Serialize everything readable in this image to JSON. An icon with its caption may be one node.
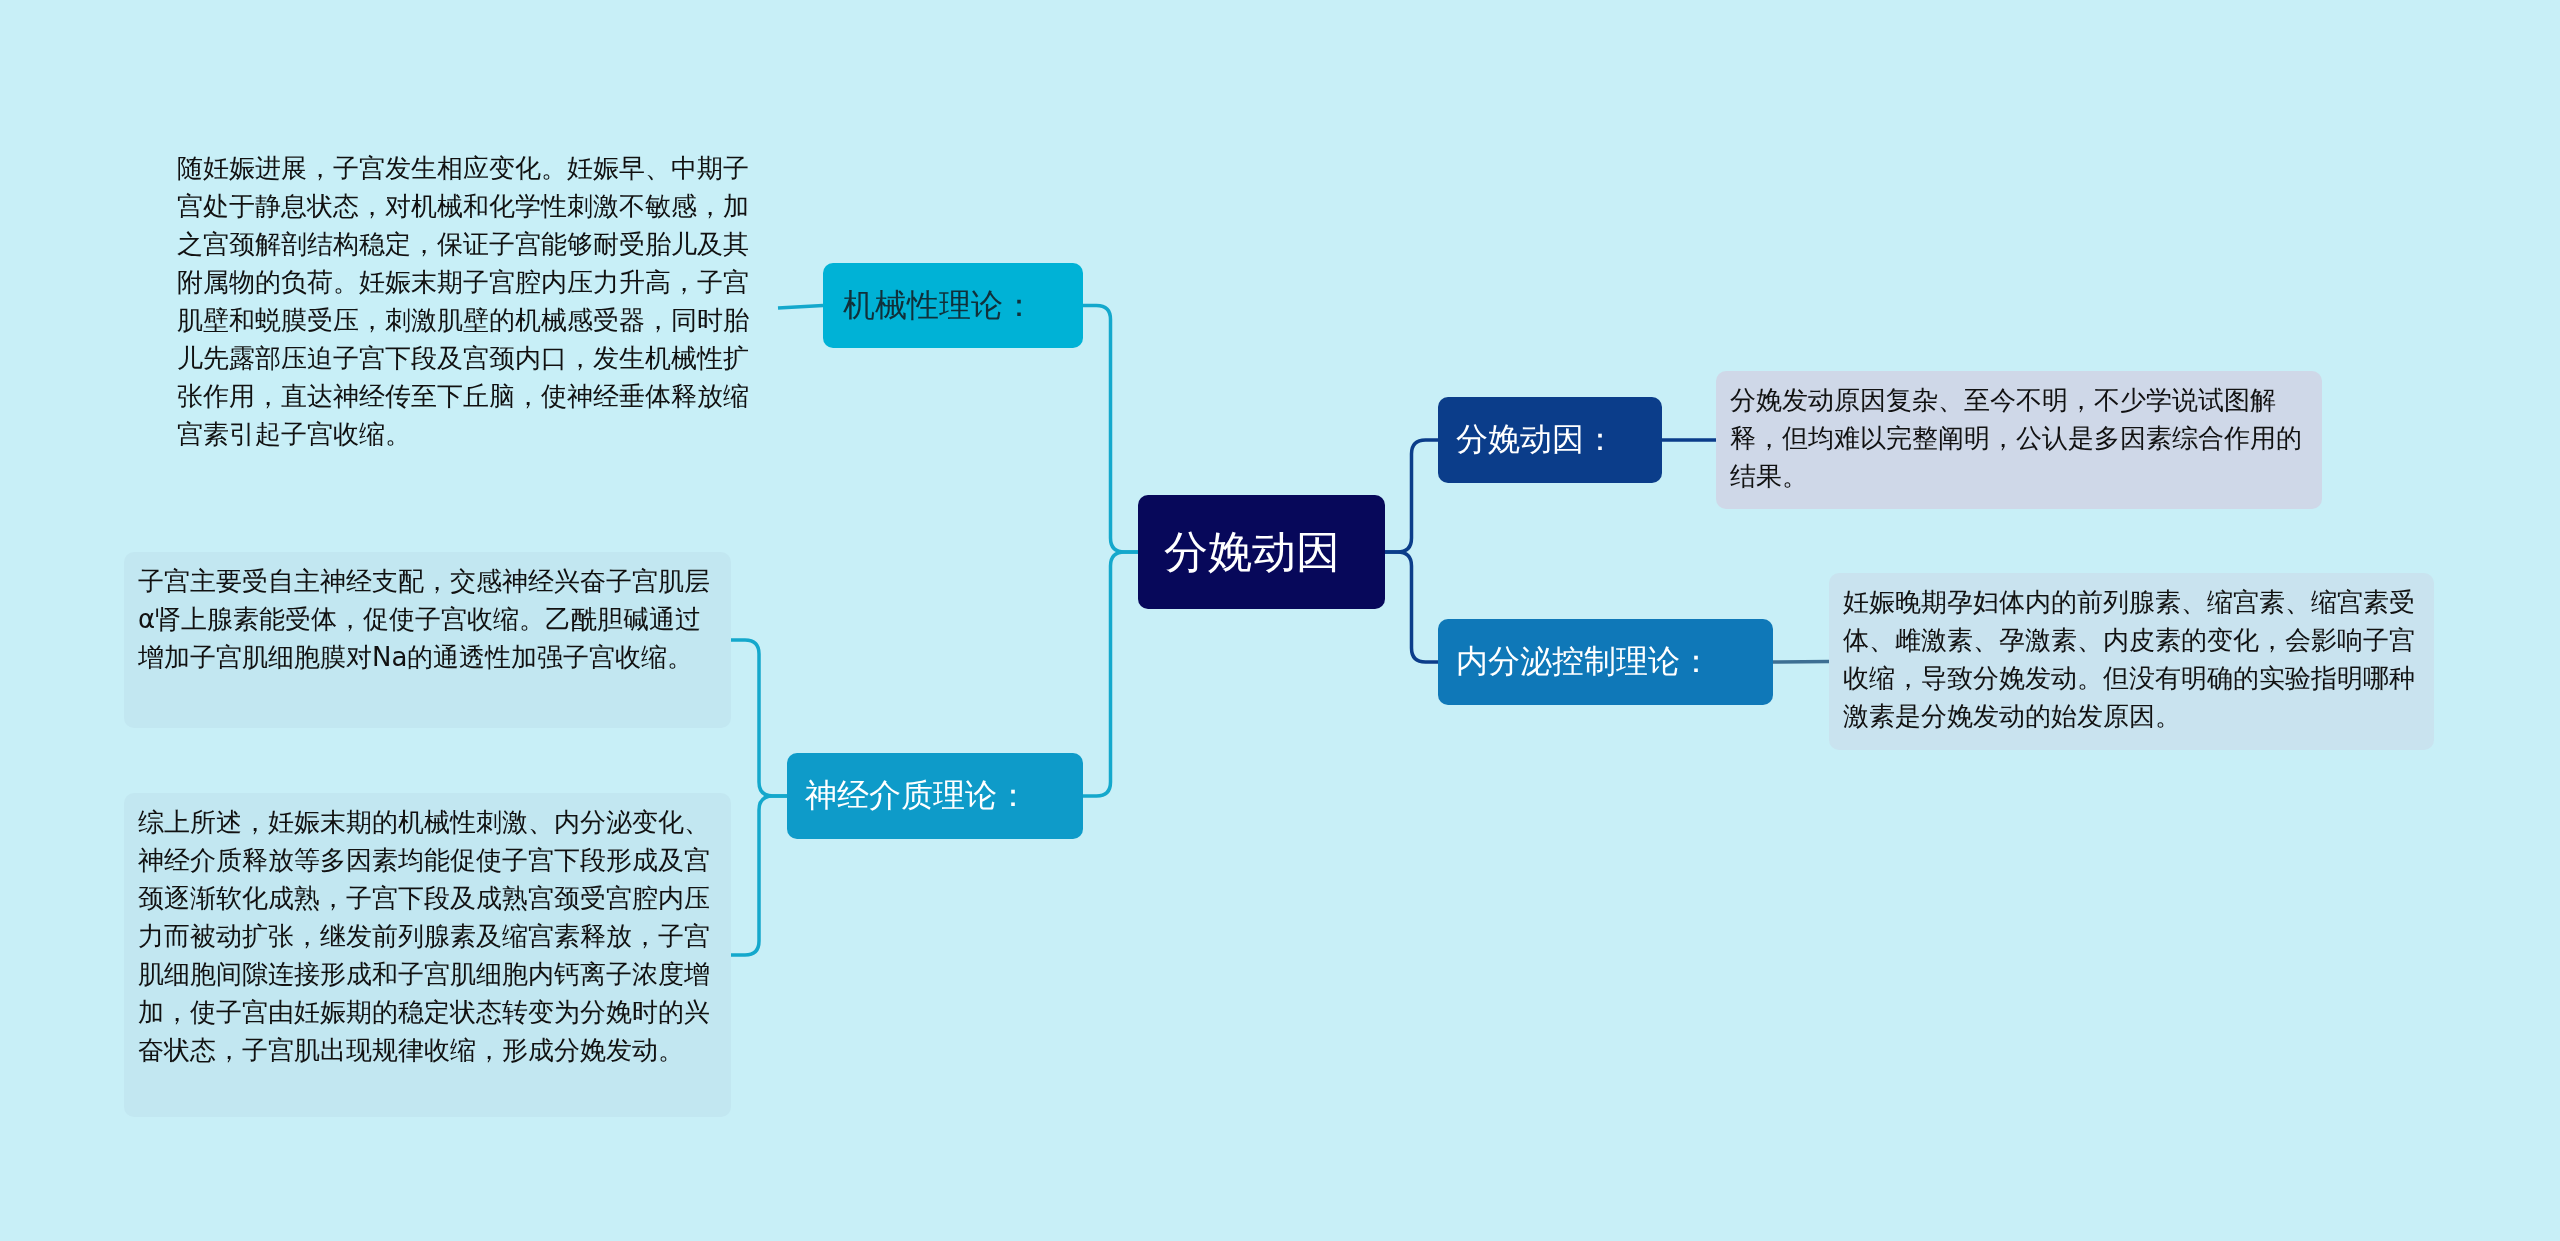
{
  "diagram": {
    "nodes": [
      {
        "text": [
          "分娩动因"
        ]
      },
      {
        "text": [
          "机械性理论："
        ]
      },
      {
        "text": [
          "随妊娠进展，子宫发生相应变化。妊娠早、中期子宫处于静息状态，对机械和化学性刺激不敏感，加之宫颈解剖结构稳定，保证子宫能够耐受胎儿及其附属物的负荷。妊娠末期子宫腔内压力升高，子宫肌壁和蜕膜受压，刺激肌壁的机械感受器，同时胎儿先露部压迫子宫下段及宫颈内口，发生机械性扩张作用，直达神经传至下丘脑，使神经垂体释放缩宫素引起子宫收缩。"
        ]
      },
      {
        "text": [
          "神经介质理论："
        ]
      },
      {
        "text": [
          "子宫主要受自主神经支配，交感神经兴奋子宫肌层α肾上腺素能受体，促使子宫收缩。乙酰胆碱通过增加子宫肌细胞膜对Na的通透性加强子宫收缩。"
        ]
      },
      {
        "text": [
          "综上所述，妊娠末期的机械性刺激、内分泌变化、神经介质释放等多因素均能促使子宫下段形成及宫颈逐渐软化成熟，子宫下段及成熟宫颈受宫腔内压力而被动扩张，继发前列腺素及缩宫素释放，子宫肌细胞间隙连接形成和子宫肌细胞内钙离子浓度增加，使子宫由妊娠期的稳定状态转变为分娩时的兴奋状态，子宫肌出现规律收缩，形成分娩发动。"
        ]
      },
      {
        "text": [
          "分娩动因："
        ]
      },
      {
        "text": [
          "分娩发动原因复杂、至今不明，不少学说试图解释，但均难以完整阐明，公认是多因素综合作用的结果。"
        ]
      },
      {
        "text": [
          "内分泌控制理论："
        ]
      },
      {
        "text": [
          "妊娠晚期孕妇体内的前列腺素、缩宫素、缩宫素受体、雌激素、孕激素、内皮素的变化，会影响子宫收缩，导致分娩发动。但没有明确的实验指明哪种激素是分娩发动的始发原因。"
        ]
      }
    ],
    "edges": [
      {
        "from": 0,
        "to": 1,
        "arrow": "none"
      },
      {
        "from": 1,
        "to": 2,
        "arrow": "none"
      },
      {
        "from": 0,
        "to": 3,
        "arrow": "none"
      },
      {
        "from": 3,
        "to": 4,
        "arrow": "none"
      },
      {
        "from": 3,
        "to": 5,
        "arrow": "none"
      },
      {
        "from": 0,
        "to": 6,
        "arrow": "none",
        "color": "#0b3d8a"
      },
      {
        "from": 6,
        "to": 7,
        "arrow": "none",
        "color": "#0b3d8a"
      },
      {
        "from": 0,
        "to": 8,
        "arrow": "none",
        "color": "#0b3d8a"
      },
      {
        "from": 8,
        "to": 9,
        "arrow": "none",
        "color": "#3d6f93"
      }
    ]
  }
}
